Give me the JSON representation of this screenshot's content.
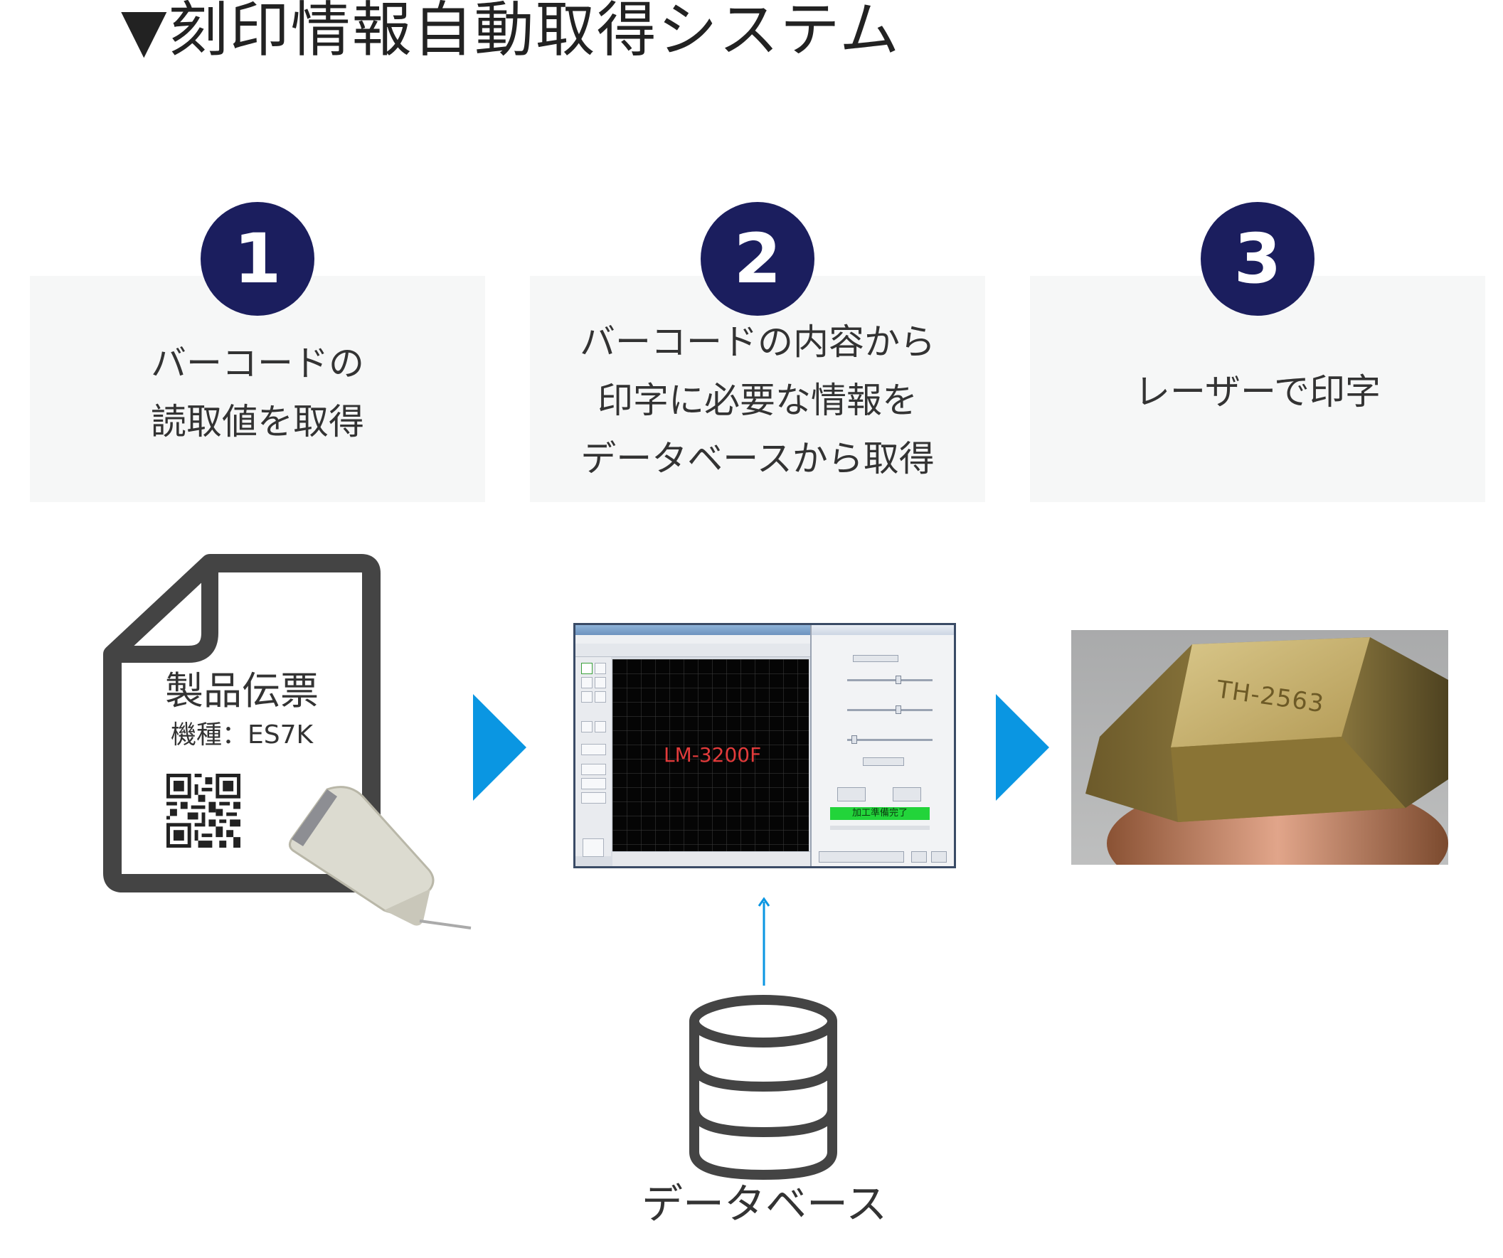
{
  "title": "▼刻印情報自動取得システム",
  "steps": [
    {
      "number": "1",
      "text": "バーコードの\n読取値を取得"
    },
    {
      "number": "2",
      "text": "バーコードの内容から\n印字に必要な情報を\nデータベースから取得"
    },
    {
      "number": "3",
      "text": "レーザーで印字"
    }
  ],
  "document": {
    "title": "製品伝票",
    "model": "機種：ES7K"
  },
  "software": {
    "canvas_label": "LM-3200F",
    "ready_label": "加工準備完了"
  },
  "product": {
    "engraving": "TH-2563"
  },
  "database": {
    "label": "データベース"
  },
  "colors": {
    "step_circle": "#1b1e5e",
    "arrow": "#0a96e2",
    "panel": "#f6f7f7",
    "ready_green": "#22d43a",
    "canvas_label": "#e23b3b"
  }
}
